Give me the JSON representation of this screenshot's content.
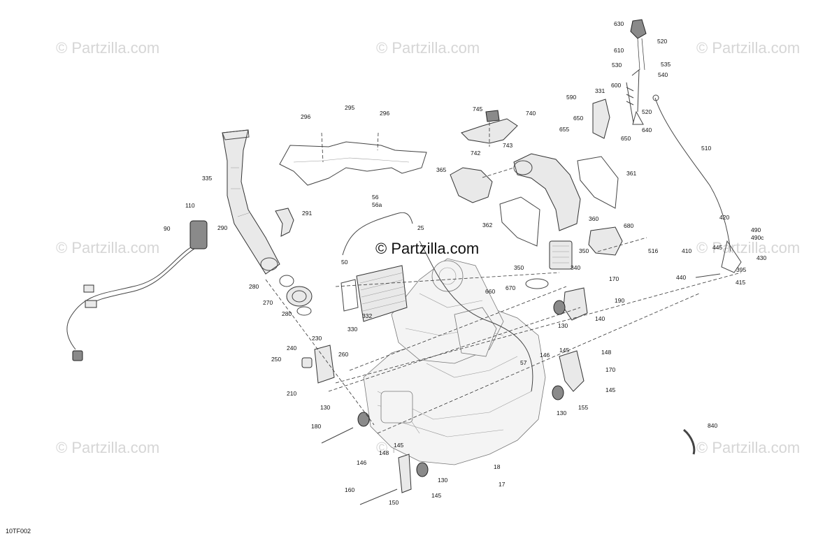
{
  "watermarks": {
    "text": "© Partzilla.com",
    "center_text": "© Partzilla.com"
  },
  "figure_code": "10TF002",
  "callouts": {
    "c630": "630",
    "c520a": "520",
    "c610": "610",
    "c535": "535",
    "c530": "530",
    "c540": "540",
    "c600": "600",
    "c331": "331",
    "c590": "590",
    "c520b": "520",
    "c650a": "650",
    "c655": "655",
    "c640": "640",
    "c650b": "650",
    "c745": "745",
    "c740": "740",
    "c743": "743",
    "c742": "742",
    "c296a": "296",
    "c295": "295",
    "c296b": "296",
    "c365": "365",
    "c361": "361",
    "c510": "510",
    "c335": "335",
    "c110": "110",
    "c291": "291",
    "c290": "290",
    "c90": "90",
    "c56": "56",
    "c56a": "56a",
    "c25": "25",
    "c362": "362",
    "c360": "360",
    "c680": "680",
    "c350a": "350",
    "c516": "516",
    "c420": "420",
    "c490": "490",
    "c490c": "490c",
    "c410": "410",
    "c445": "445",
    "c430": "430",
    "c395": "395",
    "c440": "440",
    "c415": "415",
    "c340": "340",
    "c350b": "350",
    "c50": "50",
    "c280a": "280",
    "c270": "270",
    "c280b": "280",
    "c332": "332",
    "c330": "330",
    "c660": "660",
    "c670": "670",
    "c170a": "170",
    "c190": "190",
    "c130a": "130",
    "c140": "140",
    "c240": "240",
    "c230": "230",
    "c260": "260",
    "c250": "250",
    "c210": "210",
    "c57": "57",
    "c146a": "146",
    "c145a": "145",
    "c148a": "148",
    "c170b": "170",
    "c145b": "145",
    "c130b": "130",
    "c155": "155",
    "c130c": "130",
    "c180": "180",
    "c840": "840",
    "c145c": "145",
    "c148b": "148",
    "c146b": "146",
    "c18": "18",
    "c130d": "130",
    "c17": "17",
    "c160": "160",
    "c150": "150",
    "c145d": "145"
  },
  "colors": {
    "watermark": "#d6d6d6",
    "line": "#333333",
    "engine_fill": "#f4f4f4"
  }
}
